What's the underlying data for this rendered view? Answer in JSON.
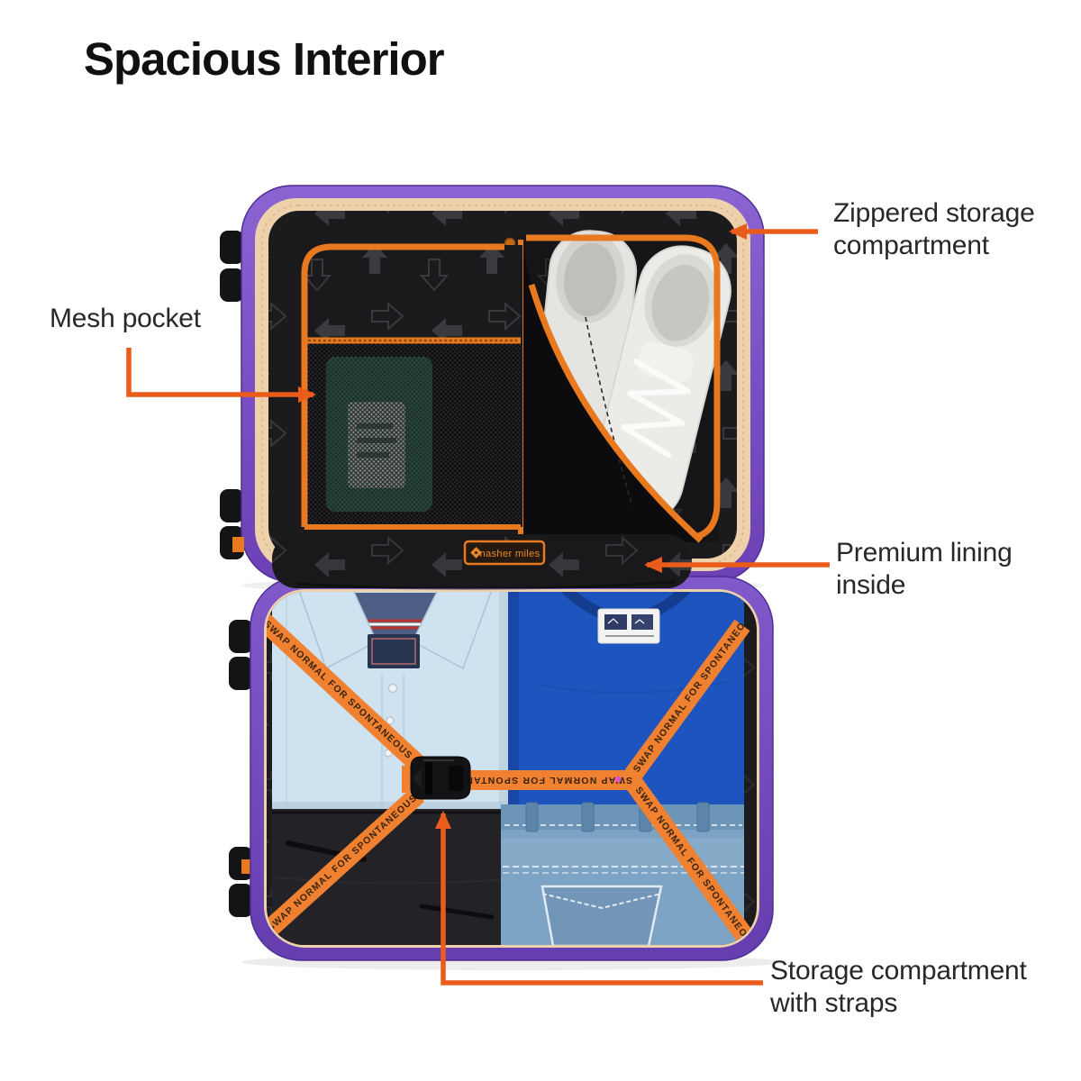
{
  "page": {
    "title": "Spacious Interior",
    "background": "#FFFFFF"
  },
  "callouts": {
    "zippered_storage": {
      "line1": "Zippered storage",
      "line2": "compartment"
    },
    "mesh_pocket": {
      "label": "Mesh pocket"
    },
    "premium_lining": {
      "line1": "Premium lining",
      "line2": "inside"
    },
    "storage_straps": {
      "line1": "Storage compartment",
      "line2": "with straps"
    }
  },
  "suitcase": {
    "brand_patch": {
      "label": "nasher miles"
    },
    "strap_text": "SWAP NORMAL FOR SPONTANEOUS #UNPACKYOU"
  },
  "colors": {
    "accent_orange": "#E95C1B",
    "zipper_orange": "#E8791F",
    "strap_orange": "#EF8130",
    "shell_purple": "#7B51C6",
    "shell_purple_dark": "#5E3AA3",
    "trim_beige": "#ECD1AB",
    "lining_black": "#1B1B1D",
    "shirt_blue": "#CFE2EF",
    "tshirt_blue": "#1E54BE",
    "jeans_blue": "#7EA4C5",
    "trouser_black": "#232327",
    "package_green": "#2E7C59",
    "label_text": "#282828"
  }
}
